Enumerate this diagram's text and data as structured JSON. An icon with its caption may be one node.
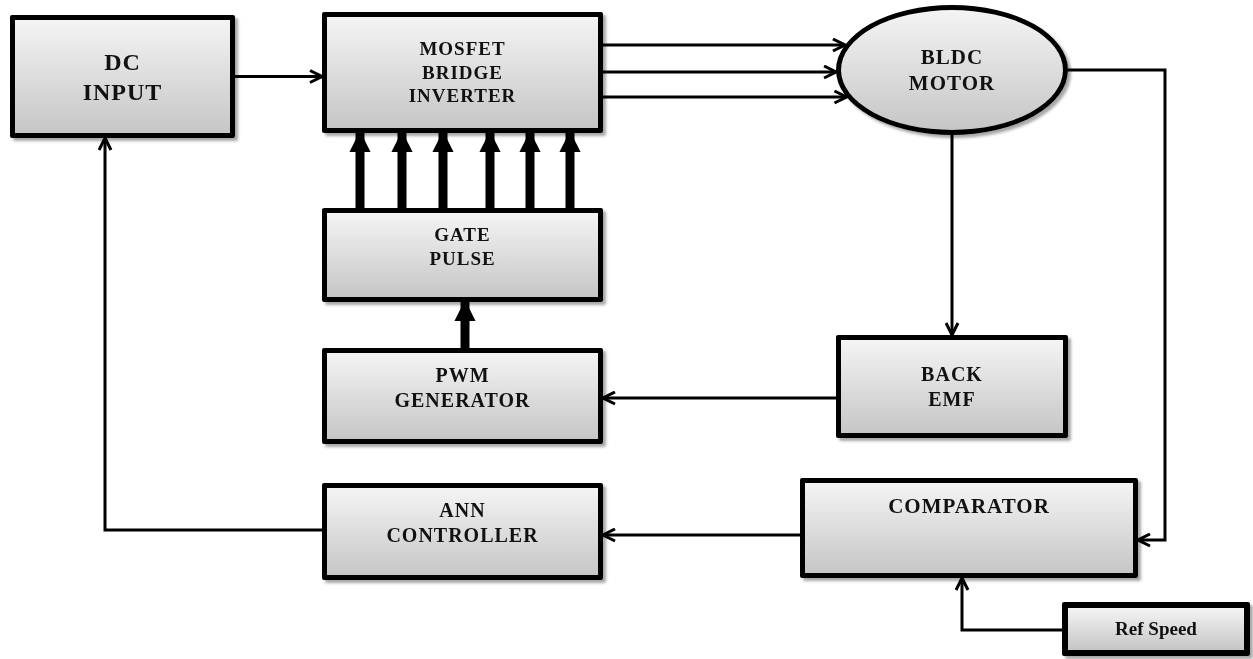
{
  "diagram": {
    "nodes": [
      {
        "text": [
          "DC INPUT"
        ]
      },
      {
        "text": [
          "MOSFET BRIDGE INVERTER"
        ]
      },
      {
        "text": [
          "BLDC MOTOR"
        ]
      },
      {
        "text": [
          "GATE PULSE"
        ]
      },
      {
        "text": [
          "PWM GENERATOR"
        ]
      },
      {
        "text": [
          "BACK EMF"
        ]
      },
      {
        "text": [
          "ANN CONTROLLER"
        ]
      },
      {
        "text": [
          "COMPARATOR"
        ]
      },
      {
        "text": [
          "Ref Speed"
        ]
      }
    ],
    "edges": [
      {
        "from": 0,
        "to": 1,
        "arrow": "to"
      },
      {
        "from": 1,
        "to": 2,
        "arrow": "to"
      },
      {
        "from": 1,
        "to": 2,
        "arrow": "to"
      },
      {
        "from": 1,
        "to": 2,
        "arrow": "to"
      },
      {
        "from": 3,
        "to": 1,
        "arrow": "to",
        "style": "thick"
      },
      {
        "from": 3,
        "to": 1,
        "arrow": "to",
        "style": "thick"
      },
      {
        "from": 3,
        "to": 1,
        "arrow": "to",
        "style": "thick"
      },
      {
        "from": 3,
        "to": 1,
        "arrow": "to",
        "style": "thick"
      },
      {
        "from": 3,
        "to": 1,
        "arrow": "to",
        "style": "thick"
      },
      {
        "from": 3,
        "to": 1,
        "arrow": "to",
        "style": "thick"
      },
      {
        "from": 4,
        "to": 3,
        "arrow": "to",
        "style": "thick"
      },
      {
        "from": 2,
        "to": 5,
        "arrow": "to"
      },
      {
        "from": 5,
        "to": 4,
        "arrow": "to"
      },
      {
        "from": 2,
        "to": 7,
        "arrow": "to"
      },
      {
        "from": 7,
        "to": 6,
        "arrow": "to"
      },
      {
        "from": 6,
        "to": 0,
        "arrow": "to"
      },
      {
        "from": 8,
        "to": 7,
        "arrow": "to"
      }
    ]
  }
}
